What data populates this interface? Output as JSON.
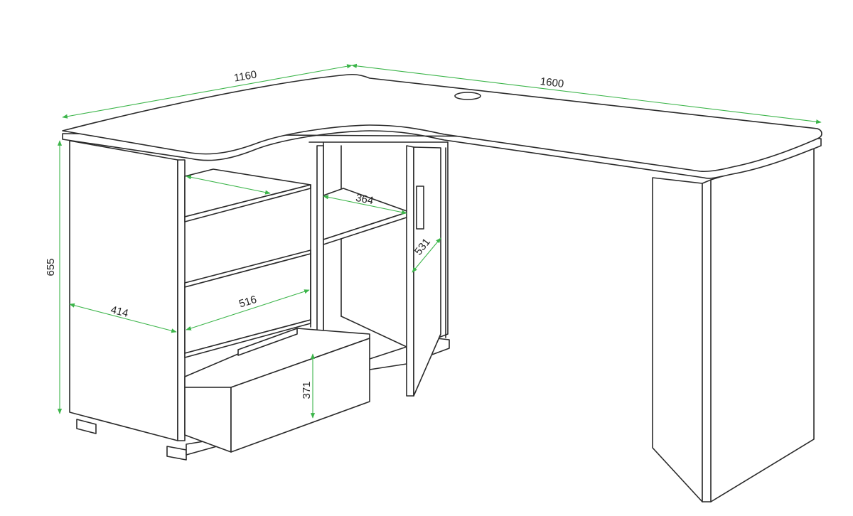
{
  "dimension_color": "#3cb54a",
  "line_color": "#2a2a2a",
  "dimensions": {
    "side_width": "1160",
    "main_width": "1600",
    "height": "655",
    "pedestal_depth": "414",
    "drawer_width": "516",
    "drawer_height": "371",
    "shelf_depth": "364",
    "door_width": "531"
  }
}
